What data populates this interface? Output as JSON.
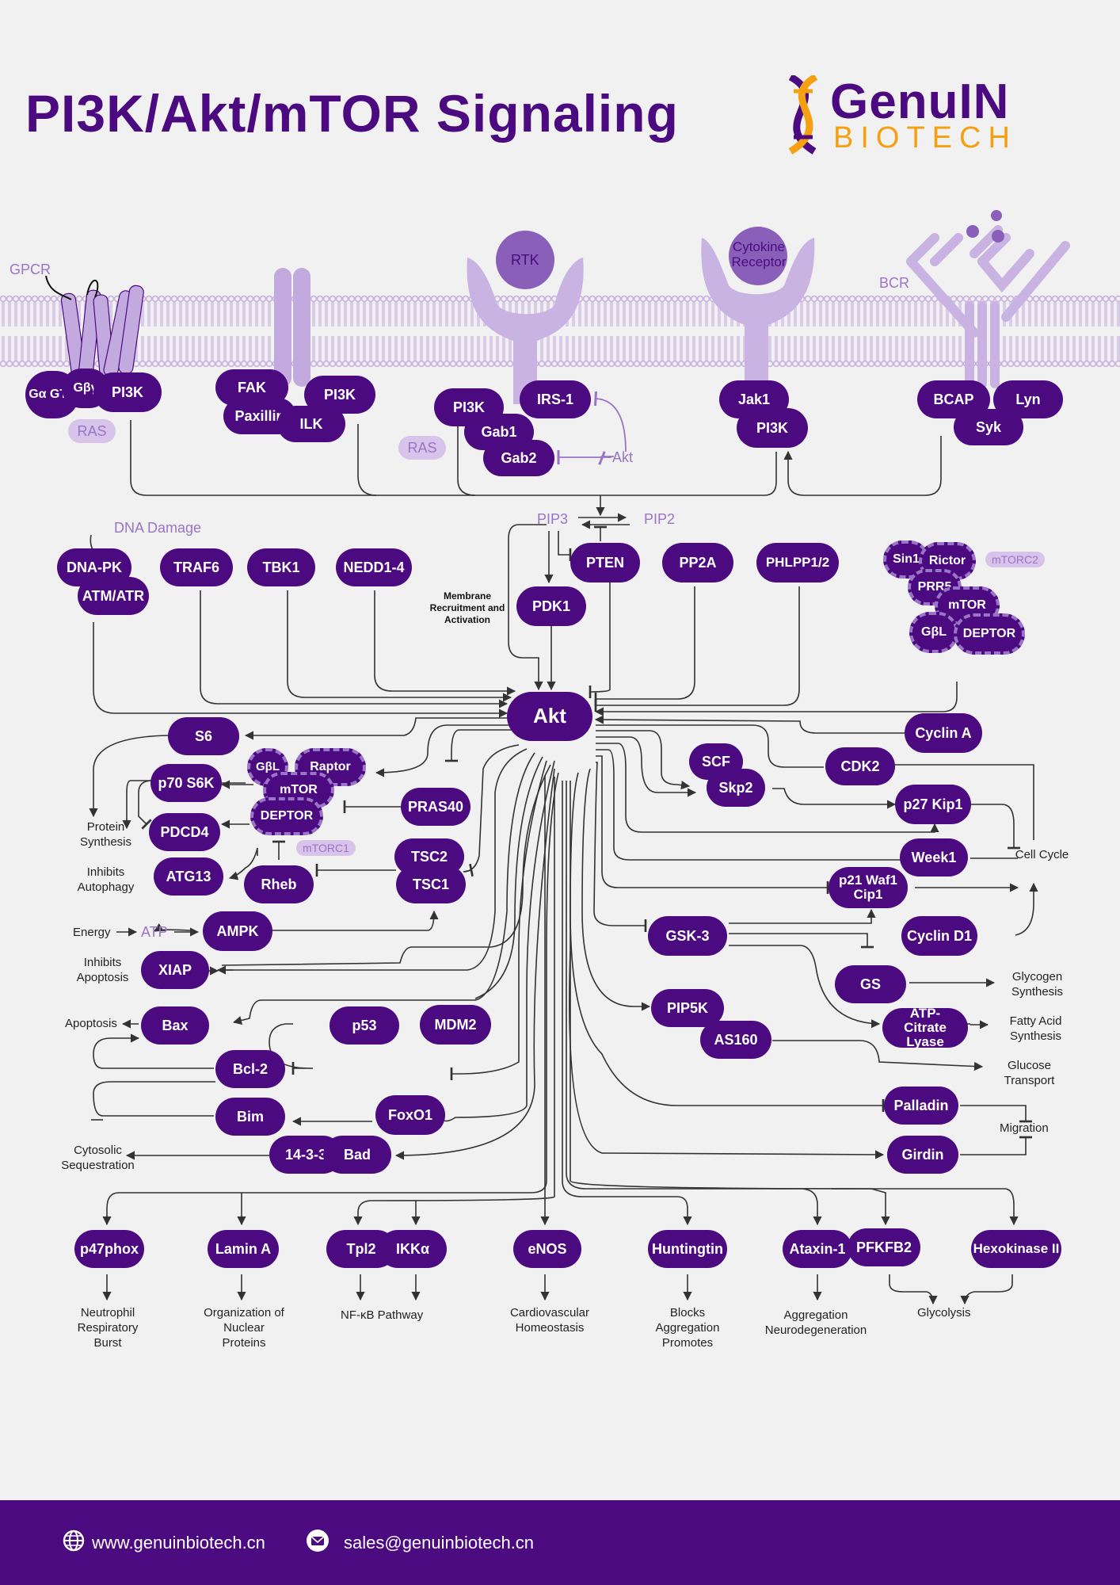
{
  "title": "PI3K/Akt/mTOR Signaling",
  "logo": {
    "name": "GenuIN",
    "sub": "BIOTECH"
  },
  "colors": {
    "primary": "#4b0a80",
    "light": "#d8c3ea",
    "accent": "#9a74c6",
    "orange": "#f59f12",
    "background": "#f1f1f1"
  },
  "receptors": {
    "gpcr": "GPCR",
    "rtk": "RTK",
    "cytokine": "Cytokine Receptor",
    "bcr": "BCR"
  },
  "nodes": {
    "galpha": "Gα GTP",
    "gbg": "Gβγ",
    "pi3k": "PI3K",
    "ras": "RAS",
    "fak": "FAK",
    "paxillin": "Paxillin",
    "ilk": "ILK",
    "irs1": "IRS-1",
    "gab1": "Gab1",
    "gab2": "Gab2",
    "jak1": "Jak1",
    "bcap": "BCAP",
    "lyn": "Lyn",
    "syk": "Syk",
    "pten": "PTEN",
    "pdk1": "PDK1",
    "pp2a": "PP2A",
    "phlpp": "PHLPP1/2",
    "dnapk": "DNA-PK",
    "atmatr": "ATM/ATR",
    "traf6": "TRAF6",
    "tbk1": "TBK1",
    "nedd": "NEDD1-4",
    "sin1": "Sin1",
    "rictor": "Rictor",
    "prr5": "PRR5",
    "mtor": "mTOR",
    "gbl": "GβL",
    "deptor": "DEPTOR",
    "akt": "Akt",
    "s6": "S6",
    "raptor": "Raptor",
    "p70s6k": "p70 S6K",
    "pdcd4": "PDCD4",
    "atg13": "ATG13",
    "pras40": "PRAS40",
    "tsc2": "TSC2",
    "tsc1": "TSC1",
    "rheb": "Rheb",
    "ampk": "AMPK",
    "xiap": "XIAP",
    "bax": "Bax",
    "bcl2": "Bcl-2",
    "bim": "Bim",
    "p53": "p53",
    "mdm2": "MDM2",
    "foxo1": "FoxO1",
    "p1433": "14-3-3",
    "bad": "Bad",
    "cyclina": "Cyclin A",
    "cdk2": "CDK2",
    "scf": "SCF",
    "skp2": "Skp2",
    "p27": "p27 Kip1",
    "week1": "Week1",
    "p21": "p21 Waf1 Cip1",
    "gsk3": "GSK-3",
    "cyclind1": "Cyclin D1",
    "gs": "GS",
    "atpcitrate": "ATP-Citrate Lyase",
    "pip5k": "PIP5K",
    "as160": "AS160",
    "palladin": "Palladin",
    "girdin": "Girdin",
    "p47phox": "p47phox",
    "lamina": "Lamin A",
    "tpl2": "Tpl2",
    "ikka": "IKKα",
    "enos": "eNOS",
    "huntingtin": "Huntingtin",
    "ataxin": "Ataxin-1",
    "pfkfb2": "PFKFB2",
    "hexokinase": "Hexokinase II"
  },
  "labels": {
    "pip3": "PIP3",
    "pip2": "PIP2",
    "akt_small": "Akt",
    "dna_damage": "DNA Damage",
    "membrane_recruitment": "Membrane Recruitment and Activation",
    "mtorc2": "mTORC2",
    "mtorc1": "mTORC1",
    "atp": "ATP",
    "energy": "Energy",
    "protein_synthesis": "Protein Synthesis",
    "inhibits_autophagy": "Inhibits Autophagy",
    "inhibits_apoptosis": "Inhibits Apoptosis",
    "apoptosis": "Apoptosis",
    "cytosolic_sequestration": "Cytosolic Sequestration",
    "cell_cycle": "Cell Cycle",
    "glycogen_synthesis": "Glycogen Synthesis",
    "fatty_acid_synthesis": "Fatty Acid Synthesis",
    "glucose_transport": "Glucose Transport",
    "migration": "Migration",
    "neutrophil": "Neutrophil Respiratory Burst",
    "organization": "Organization of Nuclear Proteins",
    "nfkb": "NF-κB Pathway",
    "cardio": "Cardiovascular Homeostasis",
    "blocks": "Blocks Aggregation Promotes",
    "aggregation": "Aggregation Neurodegeneration",
    "glycolysis": "Glycolysis"
  },
  "footer": {
    "website": "www.genuinbiotech.cn",
    "email": "sales@genuinbiotech.cn"
  }
}
